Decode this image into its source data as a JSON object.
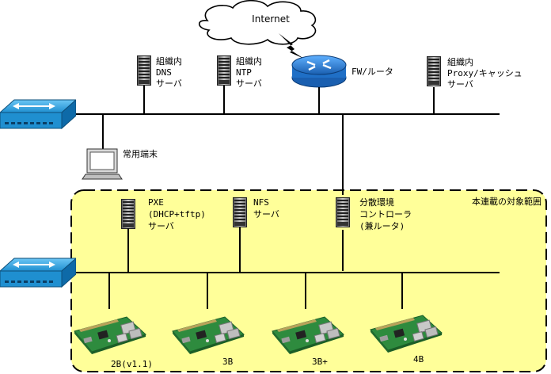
{
  "internet_label": "Internet",
  "router_label": "FW/ルータ",
  "servers_top": [
    {
      "lines": [
        "組織内",
        "DNS",
        "サーバ"
      ]
    },
    {
      "lines": [
        "組織内",
        "NTP",
        "サーバ"
      ]
    },
    {
      "lines": [
        "組織内",
        "Proxy/キャッシュ",
        "サーバ"
      ]
    }
  ],
  "terminal_label": "常用端末",
  "scope_label": "本連載の対象範囲",
  "servers_scope": [
    {
      "lines": [
        "PXE",
        "(DHCP+tftp)",
        "サーバ"
      ]
    },
    {
      "lines": [
        "NFS",
        "サーバ"
      ]
    },
    {
      "lines": [
        "分散環境",
        "コントローラ",
        "(兼ルータ)"
      ]
    }
  ],
  "boards": [
    {
      "label": "2B(v1.1)"
    },
    {
      "label": "3B"
    },
    {
      "label": "3B+"
    },
    {
      "label": "4B"
    }
  ],
  "colors": {
    "scope_fill": "#ffff99",
    "switch_blue": "#1f8fd0",
    "router_blue": "#2b7fd4",
    "board_green": "#2e8b3e"
  }
}
